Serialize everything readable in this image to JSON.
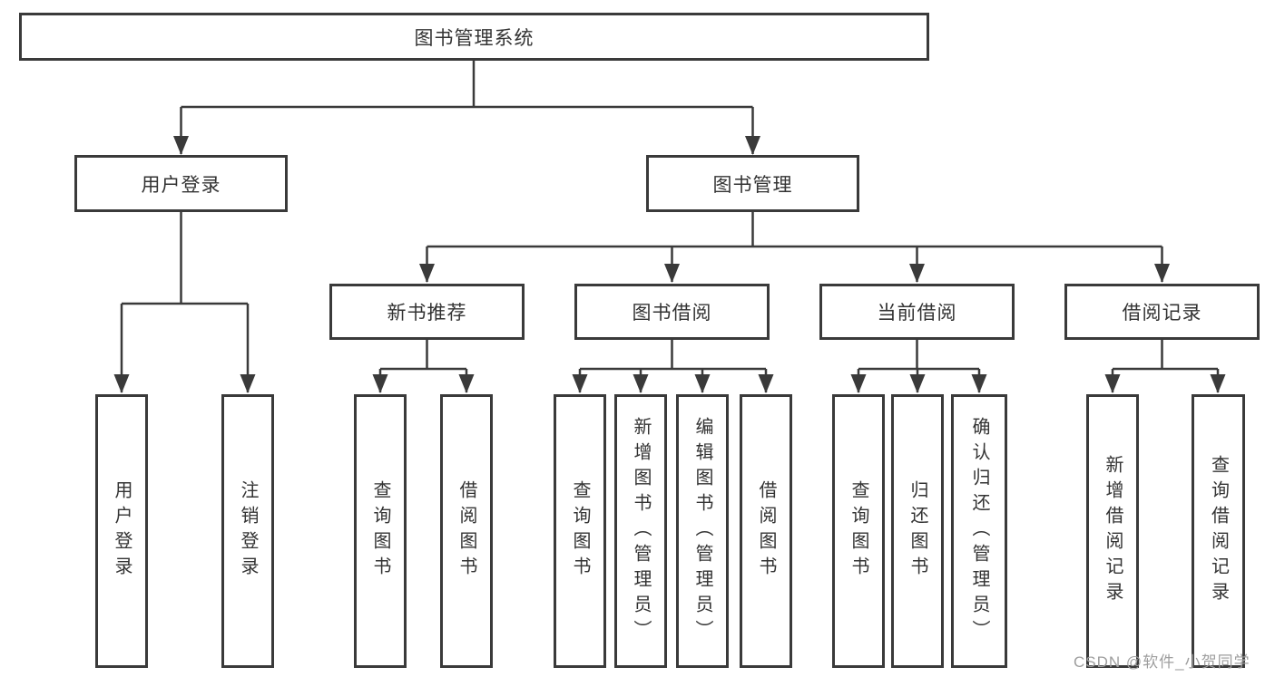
{
  "diagram": {
    "root": {
      "label": "图书管理系统"
    },
    "branches": {
      "user_login": {
        "label": "用户登录",
        "children": [
          "用户登录",
          "注销登录"
        ]
      },
      "book_management": {
        "label": "图书管理"
      }
    },
    "modules": {
      "new_books": {
        "label": "新书推荐",
        "children": [
          "查询图书",
          "借阅图书"
        ]
      },
      "book_borrow": {
        "label": "图书借阅",
        "children": [
          "查询图书",
          "新增图书（管理员）",
          "编辑图书（管理员）",
          "借阅图书"
        ]
      },
      "current_borrow": {
        "label": "当前借阅",
        "children": [
          "查询图书",
          "归还图书",
          "确认归还（管理员）"
        ]
      },
      "borrow_records": {
        "label": "借阅记录",
        "children": [
          "新增借阅记录",
          "查询借阅记录"
        ]
      }
    }
  },
  "watermark": {
    "text": "CSDN @软件_小贺同学"
  },
  "colors": {
    "line": "#3a3a3a",
    "text": "#333333",
    "watermark": "#9e9e9e",
    "background": "#ffffff"
  }
}
